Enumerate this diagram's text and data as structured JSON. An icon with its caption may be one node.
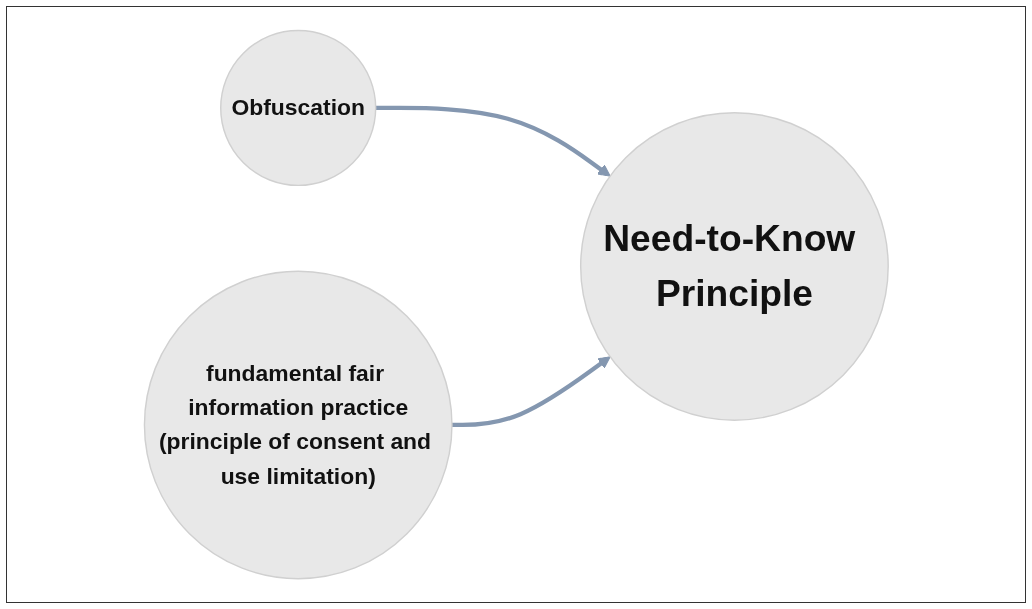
{
  "diagram": {
    "nodes": [
      {
        "text": [
          "Obfuscation"
        ]
      },
      {
        "text": [
          "fundamental fair information practice",
          "(principle of consent and use limitation)"
        ]
      },
      {
        "text": [
          "Need-to-Know Principle"
        ]
      }
    ],
    "edges": [
      {
        "from": 0,
        "to": 2,
        "arrow": "to"
      },
      {
        "from": 1,
        "to": 2,
        "arrow": "to"
      }
    ]
  }
}
